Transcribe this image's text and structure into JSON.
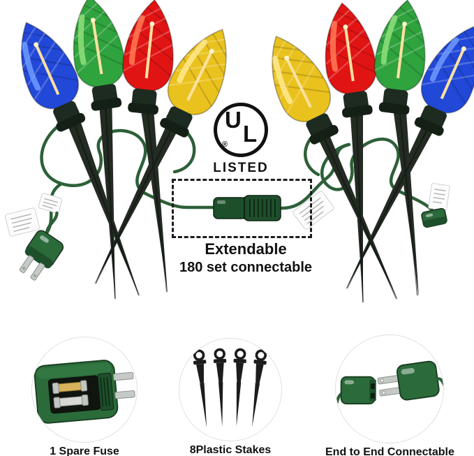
{
  "certification": {
    "mark_u": "U",
    "mark_l": "L",
    "registered": "®",
    "listed": "LISTED"
  },
  "connector_callout": {
    "line1": "Extendable",
    "line2": "180 set connectable"
  },
  "features": [
    {
      "id": "spare-fuse",
      "label": "1 Spare Fuse"
    },
    {
      "id": "plastic-stakes",
      "label": "8Plastic Stakes"
    },
    {
      "id": "end-to-end",
      "label": "End to End Connectable"
    }
  ],
  "product": {
    "left_cluster_bulbs": [
      "blue",
      "green",
      "red",
      "yellow"
    ],
    "right_cluster_bulbs": [
      "yellow",
      "red",
      "green",
      "blue"
    ]
  },
  "colors": {
    "blue": "#2248d8",
    "blue_light": "#6f9bff",
    "green": "#2fa33e",
    "green_light": "#8fe07a",
    "red": "#e11414",
    "red_light": "#ff7a55",
    "yellow": "#eac21e",
    "yellow_light": "#ffe98e",
    "wire": "#2d6038",
    "stake": "#232b23",
    "plug_green": "#2b6b3a",
    "plug_green_dark": "#1e4f2b"
  }
}
